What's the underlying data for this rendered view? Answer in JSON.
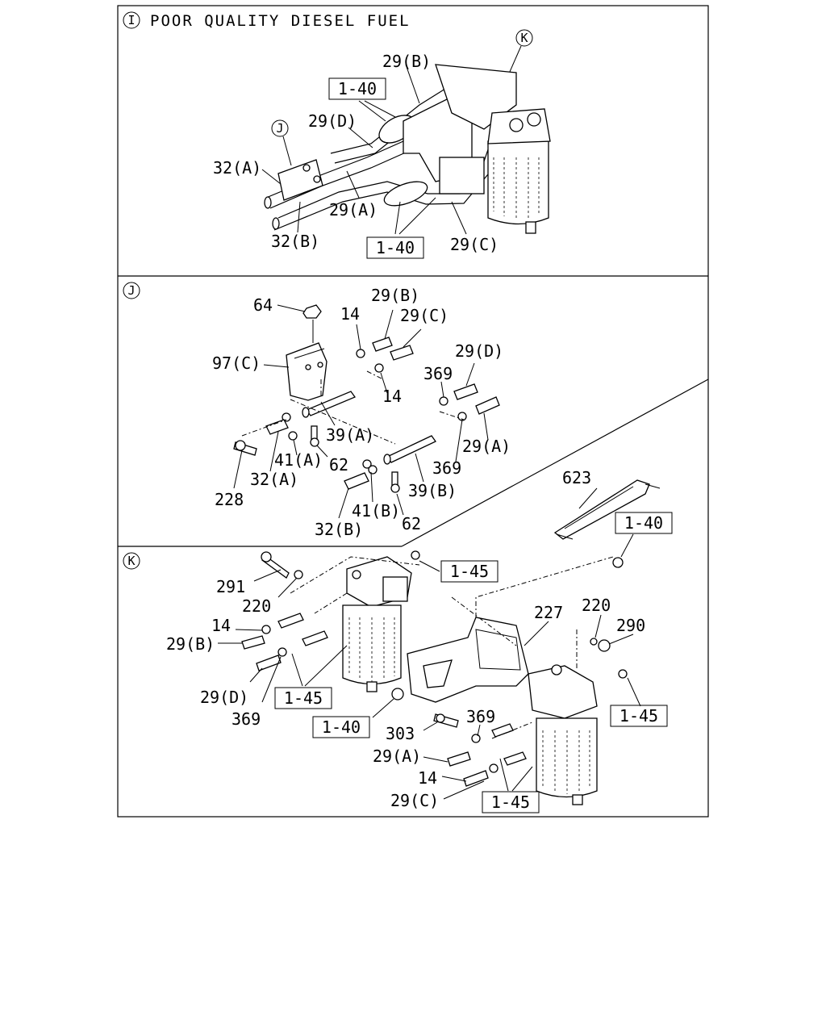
{
  "sections": [
    {
      "marker": "I",
      "title": "POOR QUALITY DIESEL FUEL"
    },
    {
      "marker": "J"
    },
    {
      "marker": "K"
    }
  ],
  "callout_markers": {
    "J": "J",
    "K": "K"
  },
  "refs": {
    "r140": "1-40",
    "r145": "1-45"
  },
  "labels": {
    "p29b": "29(B)",
    "p29a": "29(A)",
    "p29c": "29(C)",
    "p29d": "29(D)",
    "p32a": "32(A)",
    "p32b": "32(B)",
    "p64": "64",
    "p14": "14",
    "p97c": "97(C)",
    "p369": "369",
    "p39a": "39(A)",
    "p39b": "39(B)",
    "p41a": "41(A)",
    "p41b": "41(B)",
    "p62": "62",
    "p228": "228",
    "p623": "623",
    "p291": "291",
    "p220": "220",
    "p227": "227",
    "p290": "290",
    "p303": "303"
  }
}
